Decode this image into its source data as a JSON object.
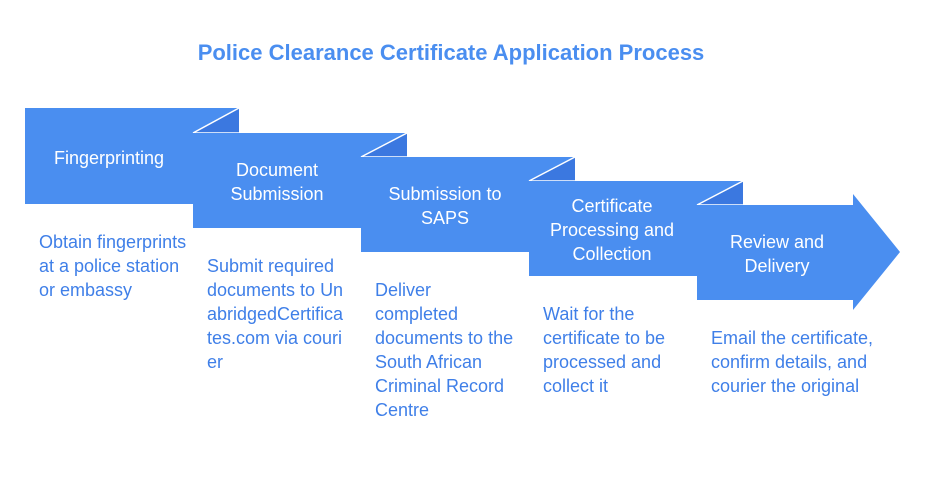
{
  "title": "Police Clearance Certificate Application Process",
  "colors": {
    "step_fill": "#4a8ef0",
    "fold_fill": "#3b78e0",
    "title_text": "#4a8ef0",
    "description_text": "#3f7fe8",
    "step_text": "#ffffff"
  },
  "steps": [
    {
      "label": "Fingerprinting",
      "description": "Obtain fingerprints at a police station or embassy"
    },
    {
      "label": "Document Submission",
      "description": "Submit required documents to UnabridgedCertificates.com via courier"
    },
    {
      "label": "Submission to SAPS",
      "description": "Deliver completed documents to the South African Criminal Record Centre"
    },
    {
      "label": "Certificate Processing and Collection",
      "description": "Wait for the certificate to be processed and collect it"
    },
    {
      "label": "Review and Delivery",
      "description": "Email the certificate, confirm details, and courier the original"
    }
  ]
}
